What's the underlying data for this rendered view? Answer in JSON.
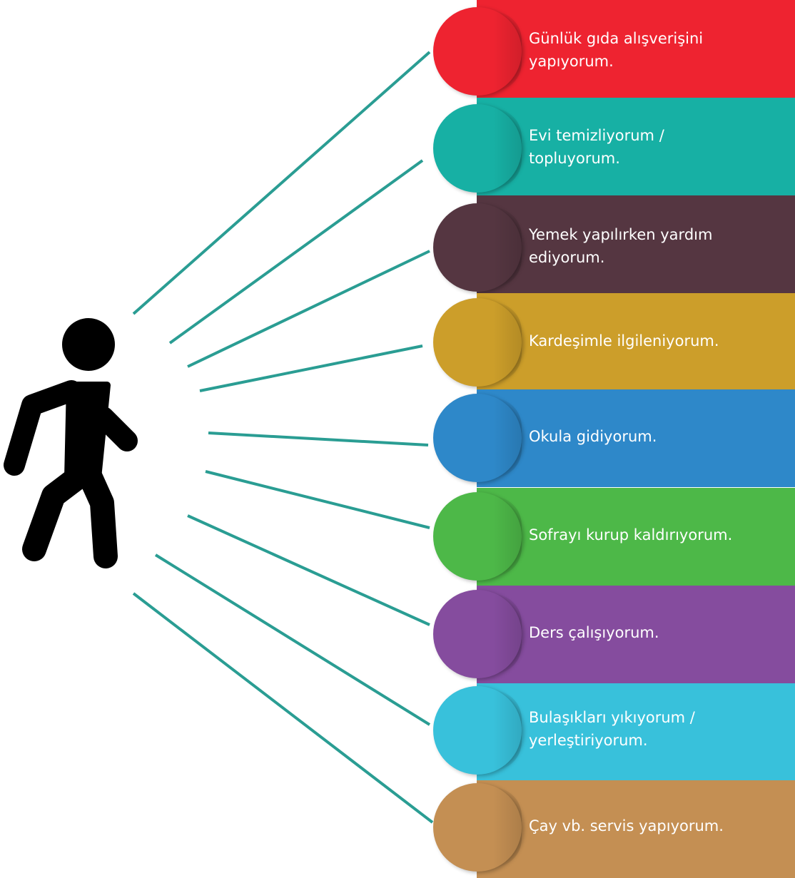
{
  "activities": [
    {
      "text": "Günlük gıda alışverişini yapıyorum.",
      "lines": [
        "Günlük gıda alışverişini",
        "yapıyorum."
      ],
      "color": "#EE2330"
    },
    {
      "text": "Evi temizliyorum / topluyorum.",
      "lines": [
        "Evi temizliyorum /",
        "topluyorum."
      ],
      "color": "#17B0A4"
    },
    {
      "text": "Yemek yapılırken yardım ediyorum.",
      "lines": [
        "Yemek yapılırken yardım",
        "ediyorum."
      ],
      "color": "#553641"
    },
    {
      "text": "Kardeşimle ilgileniyorum.",
      "lines": [
        "Kardeşimle ilgileniyorum."
      ],
      "color": "#CC9E2A"
    },
    {
      "text": "Okula gidiyorum.",
      "lines": [
        "Okula gidiyorum."
      ],
      "color": "#2E88C9"
    },
    {
      "text": "Sofrayı kurup kaldırıyorum.",
      "lines": [
        "Sofrayı kurup kaldırıyorum."
      ],
      "color": "#4DB848"
    },
    {
      "text": "Ders çalışıyorum.",
      "lines": [
        "Ders çalışıyorum."
      ],
      "color": "#854C9E"
    },
    {
      "text": "Bulaşıkları yıkıyorum / yerleştiriyorum.",
      "lines": [
        "Bulaşıkları yıkıyorum /",
        "yerleştiriyorum."
      ],
      "color": "#38C1DB"
    },
    {
      "text": "Çay vb. servis yapıyorum.",
      "lines": [
        "Çay vb. servis yapıyorum."
      ],
      "color": "#C48F53"
    }
  ],
  "connector_color": "#2A9D93",
  "figure_icon": "pedestrian-walking-icon"
}
